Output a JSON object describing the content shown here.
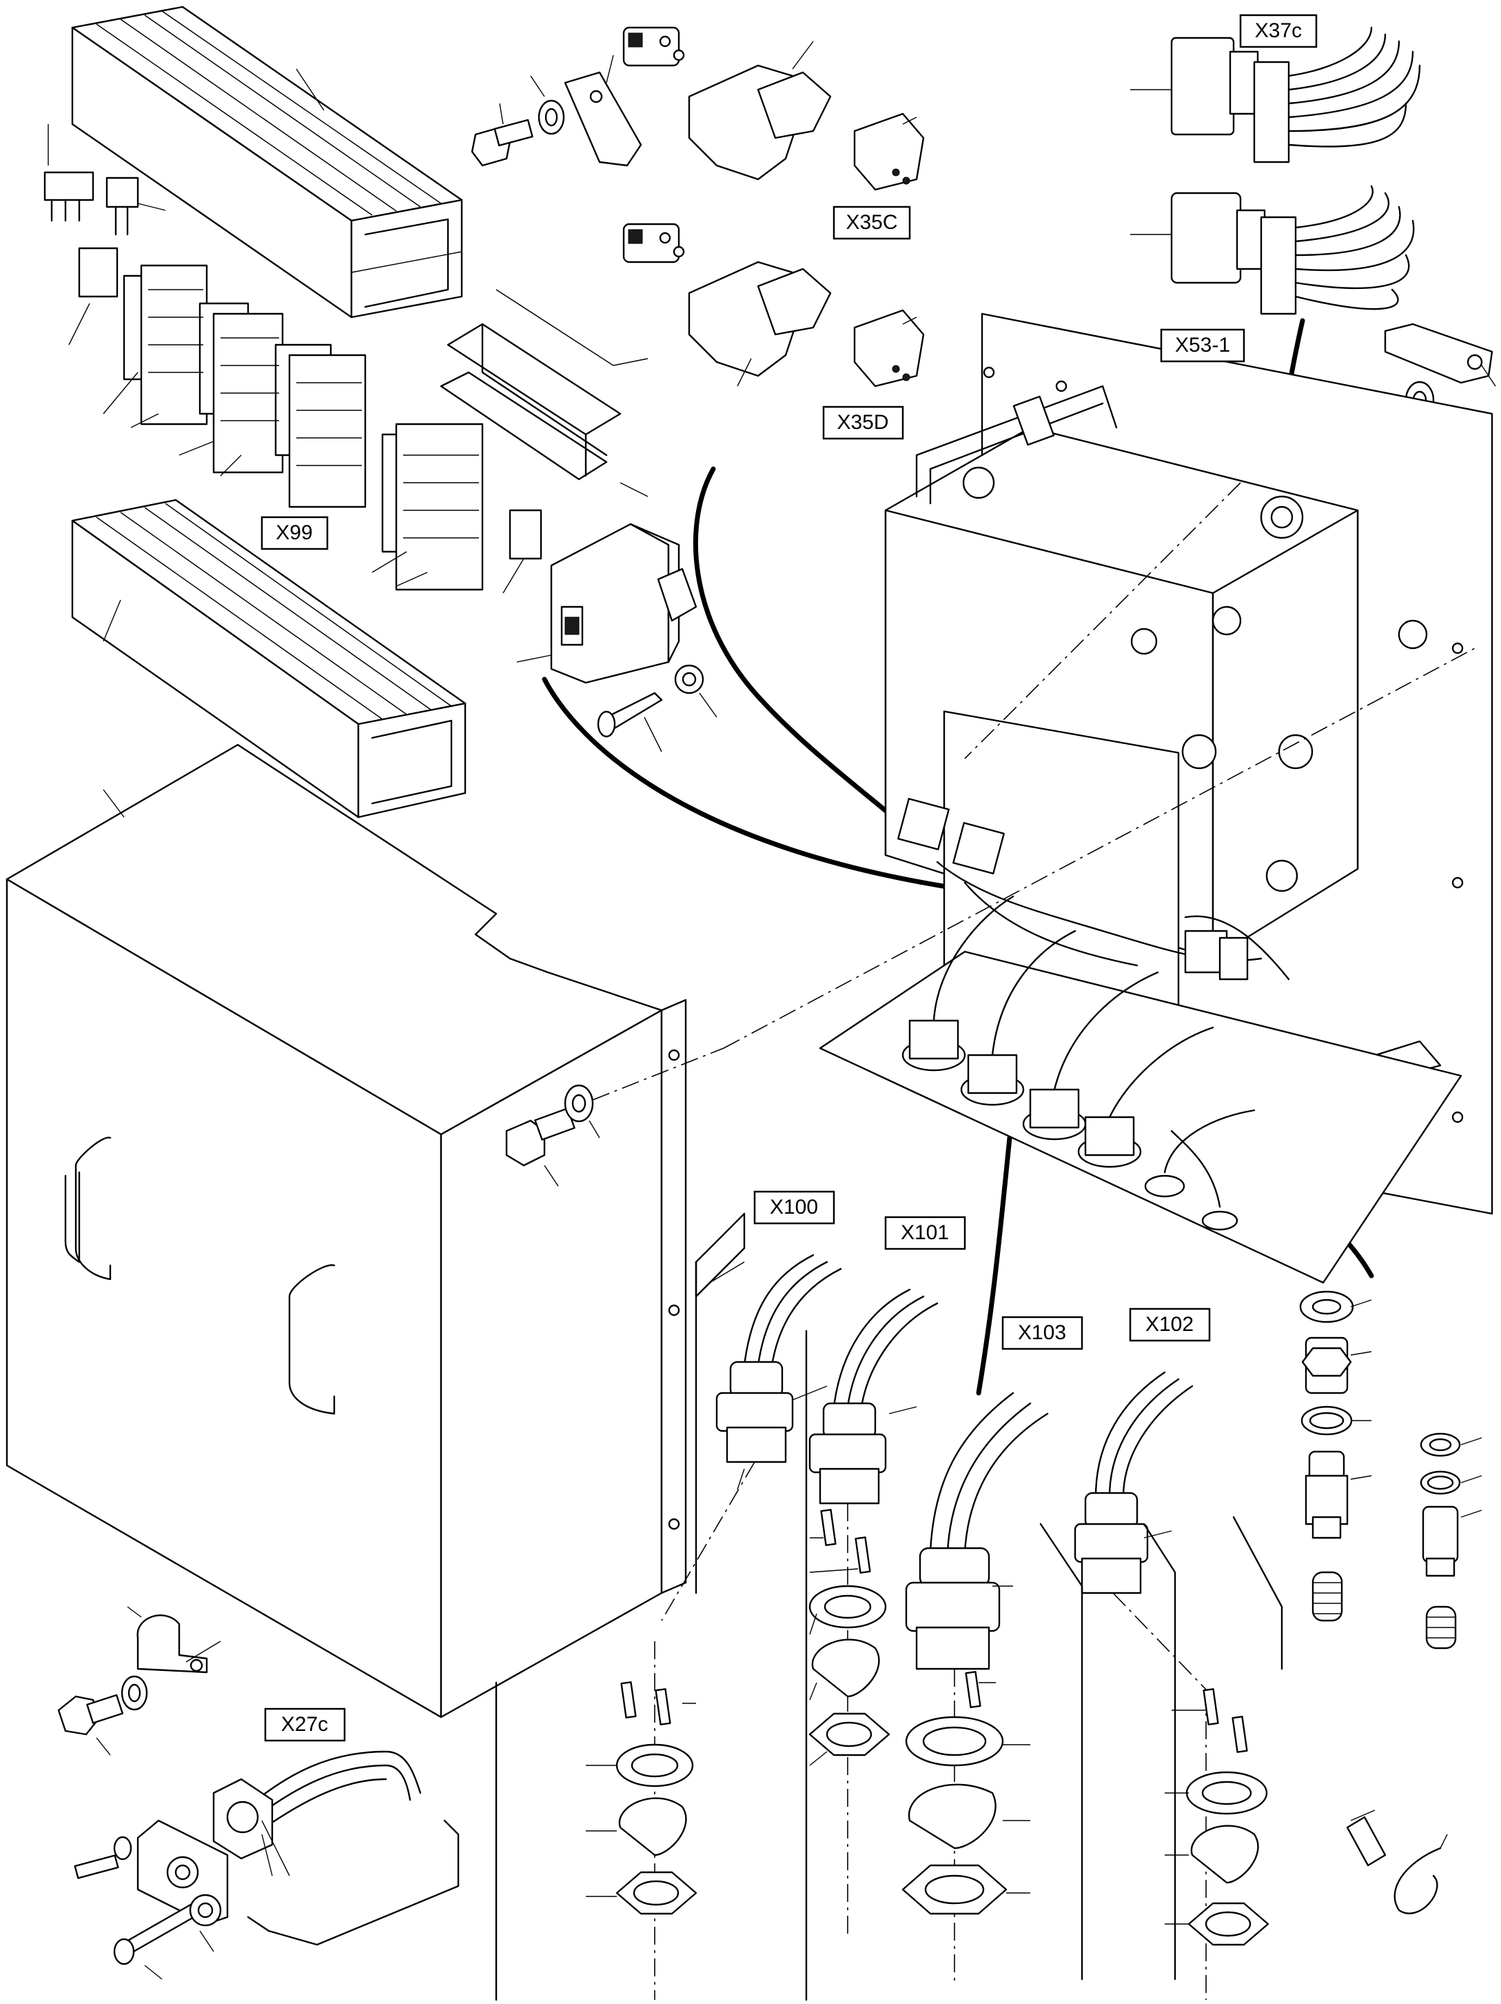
{
  "diagram": {
    "labels": {
      "x37c": "X37c",
      "x35c": "X35C",
      "x35d": "X35D",
      "x53_1": "X53-1",
      "x99": "X99",
      "x100": "X100",
      "x101": "X101",
      "x103": "X103",
      "x102": "X102",
      "x27c": "X27c"
    }
  }
}
